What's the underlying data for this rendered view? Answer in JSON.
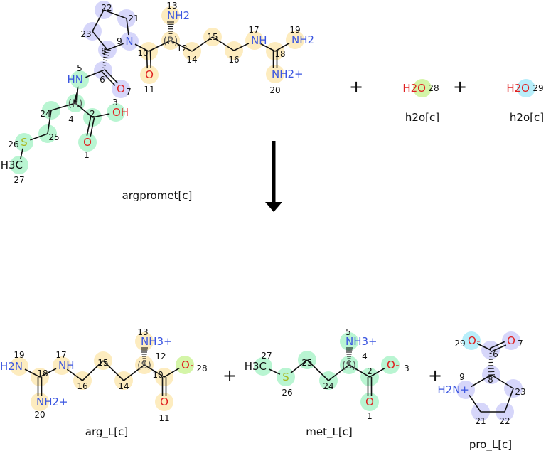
{
  "reaction": {
    "reactants": [
      {
        "name": "argpromet[c]",
        "atoms": [
          {
            "index": "1",
            "label": "O",
            "el": "O"
          },
          {
            "index": "2",
            "label": "",
            "el": "C"
          },
          {
            "index": "3",
            "label": "OH",
            "el": "O"
          },
          {
            "index": "4",
            "label": "(R)",
            "el": "C"
          },
          {
            "index": "5",
            "label": "HN",
            "el": "N"
          },
          {
            "index": "6",
            "label": "",
            "el": "C"
          },
          {
            "index": "7",
            "label": "O",
            "el": "O"
          },
          {
            "index": "8",
            "label": "",
            "el": "C"
          },
          {
            "index": "9",
            "label": "N",
            "el": "N"
          },
          {
            "index": "10",
            "label": "",
            "el": "C"
          },
          {
            "index": "11",
            "label": "O",
            "el": "O"
          },
          {
            "index": "12",
            "label": "(R)",
            "el": "C"
          },
          {
            "index": "13",
            "label": "NH2",
            "el": "N"
          },
          {
            "index": "14",
            "label": "",
            "el": "C"
          },
          {
            "index": "15",
            "label": "",
            "el": "C"
          },
          {
            "index": "16",
            "label": "",
            "el": "C"
          },
          {
            "index": "17",
            "label": "NH",
            "el": "N"
          },
          {
            "index": "18",
            "label": "",
            "el": "C"
          },
          {
            "index": "19",
            "label": "NH2",
            "el": "N"
          },
          {
            "index": "20",
            "label": "NH2+",
            "el": "N"
          },
          {
            "index": "21",
            "label": "",
            "el": "C"
          },
          {
            "index": "22",
            "label": "",
            "el": "C"
          },
          {
            "index": "23",
            "label": "",
            "el": "C"
          },
          {
            "index": "24",
            "label": "",
            "el": "C"
          },
          {
            "index": "25",
            "label": "",
            "el": "C"
          },
          {
            "index": "26",
            "label": "S",
            "el": "S"
          },
          {
            "index": "27",
            "label": "H3C",
            "el": "C"
          }
        ]
      },
      {
        "name": "h2o[c]",
        "atoms": [
          {
            "index": "28",
            "label": "H2O",
            "el": "O"
          }
        ]
      },
      {
        "name": "h2o[c]",
        "atoms": [
          {
            "index": "29",
            "label": "H2O",
            "el": "O"
          }
        ]
      }
    ],
    "products": [
      {
        "name": "arg_L[c]",
        "atoms": [
          {
            "index": "10",
            "label": "",
            "el": "C"
          },
          {
            "index": "11",
            "label": "O",
            "el": "O"
          },
          {
            "index": "12",
            "label": "(S)",
            "el": "C"
          },
          {
            "index": "13",
            "label": "NH3+",
            "el": "N"
          },
          {
            "index": "14",
            "label": "",
            "el": "C"
          },
          {
            "index": "15",
            "label": "",
            "el": "C"
          },
          {
            "index": "16",
            "label": "",
            "el": "C"
          },
          {
            "index": "17",
            "label": "NH",
            "el": "N"
          },
          {
            "index": "18",
            "label": "",
            "el": "C"
          },
          {
            "index": "19",
            "label": "H2N",
            "el": "N"
          },
          {
            "index": "20",
            "label": "NH2+",
            "el": "N"
          },
          {
            "index": "28",
            "label": "O-",
            "el": "O"
          }
        ]
      },
      {
        "name": "met_L[c]",
        "atoms": [
          {
            "index": "1",
            "label": "O",
            "el": "O"
          },
          {
            "index": "2",
            "label": "",
            "el": "C"
          },
          {
            "index": "3",
            "label": "O-",
            "el": "O"
          },
          {
            "index": "4",
            "label": "(S)",
            "el": "C"
          },
          {
            "index": "5",
            "label": "NH3+",
            "el": "N"
          },
          {
            "index": "24",
            "label": "",
            "el": "C"
          },
          {
            "index": "25",
            "label": "",
            "el": "C"
          },
          {
            "index": "26",
            "label": "S",
            "el": "S"
          },
          {
            "index": "27",
            "label": "H3C",
            "el": "C"
          }
        ]
      },
      {
        "name": "pro_L[c]",
        "atoms": [
          {
            "index": "6",
            "label": "",
            "el": "C"
          },
          {
            "index": "7",
            "label": "O",
            "el": "O"
          },
          {
            "index": "8",
            "label": "",
            "el": "C"
          },
          {
            "index": "9",
            "label": "H2N+",
            "el": "N"
          },
          {
            "index": "21",
            "label": "",
            "el": "C"
          },
          {
            "index": "22",
            "label": "",
            "el": "C"
          },
          {
            "index": "23",
            "label": "",
            "el": "C"
          },
          {
            "index": "29",
            "label": "O-",
            "el": "O"
          }
        ]
      }
    ],
    "plus_sign": "+"
  },
  "colors": {
    "pro_highlight": "#d6d6fa",
    "arg_highlight": "#fdecbf",
    "met_highlight": "#b9f5d2",
    "water28_highlight": "#d4f5a8",
    "water29_highlight": "#b8eefa",
    "N": "#3a55e0",
    "O": "#e02020",
    "S": "#a8b820",
    "C": "#111111"
  }
}
